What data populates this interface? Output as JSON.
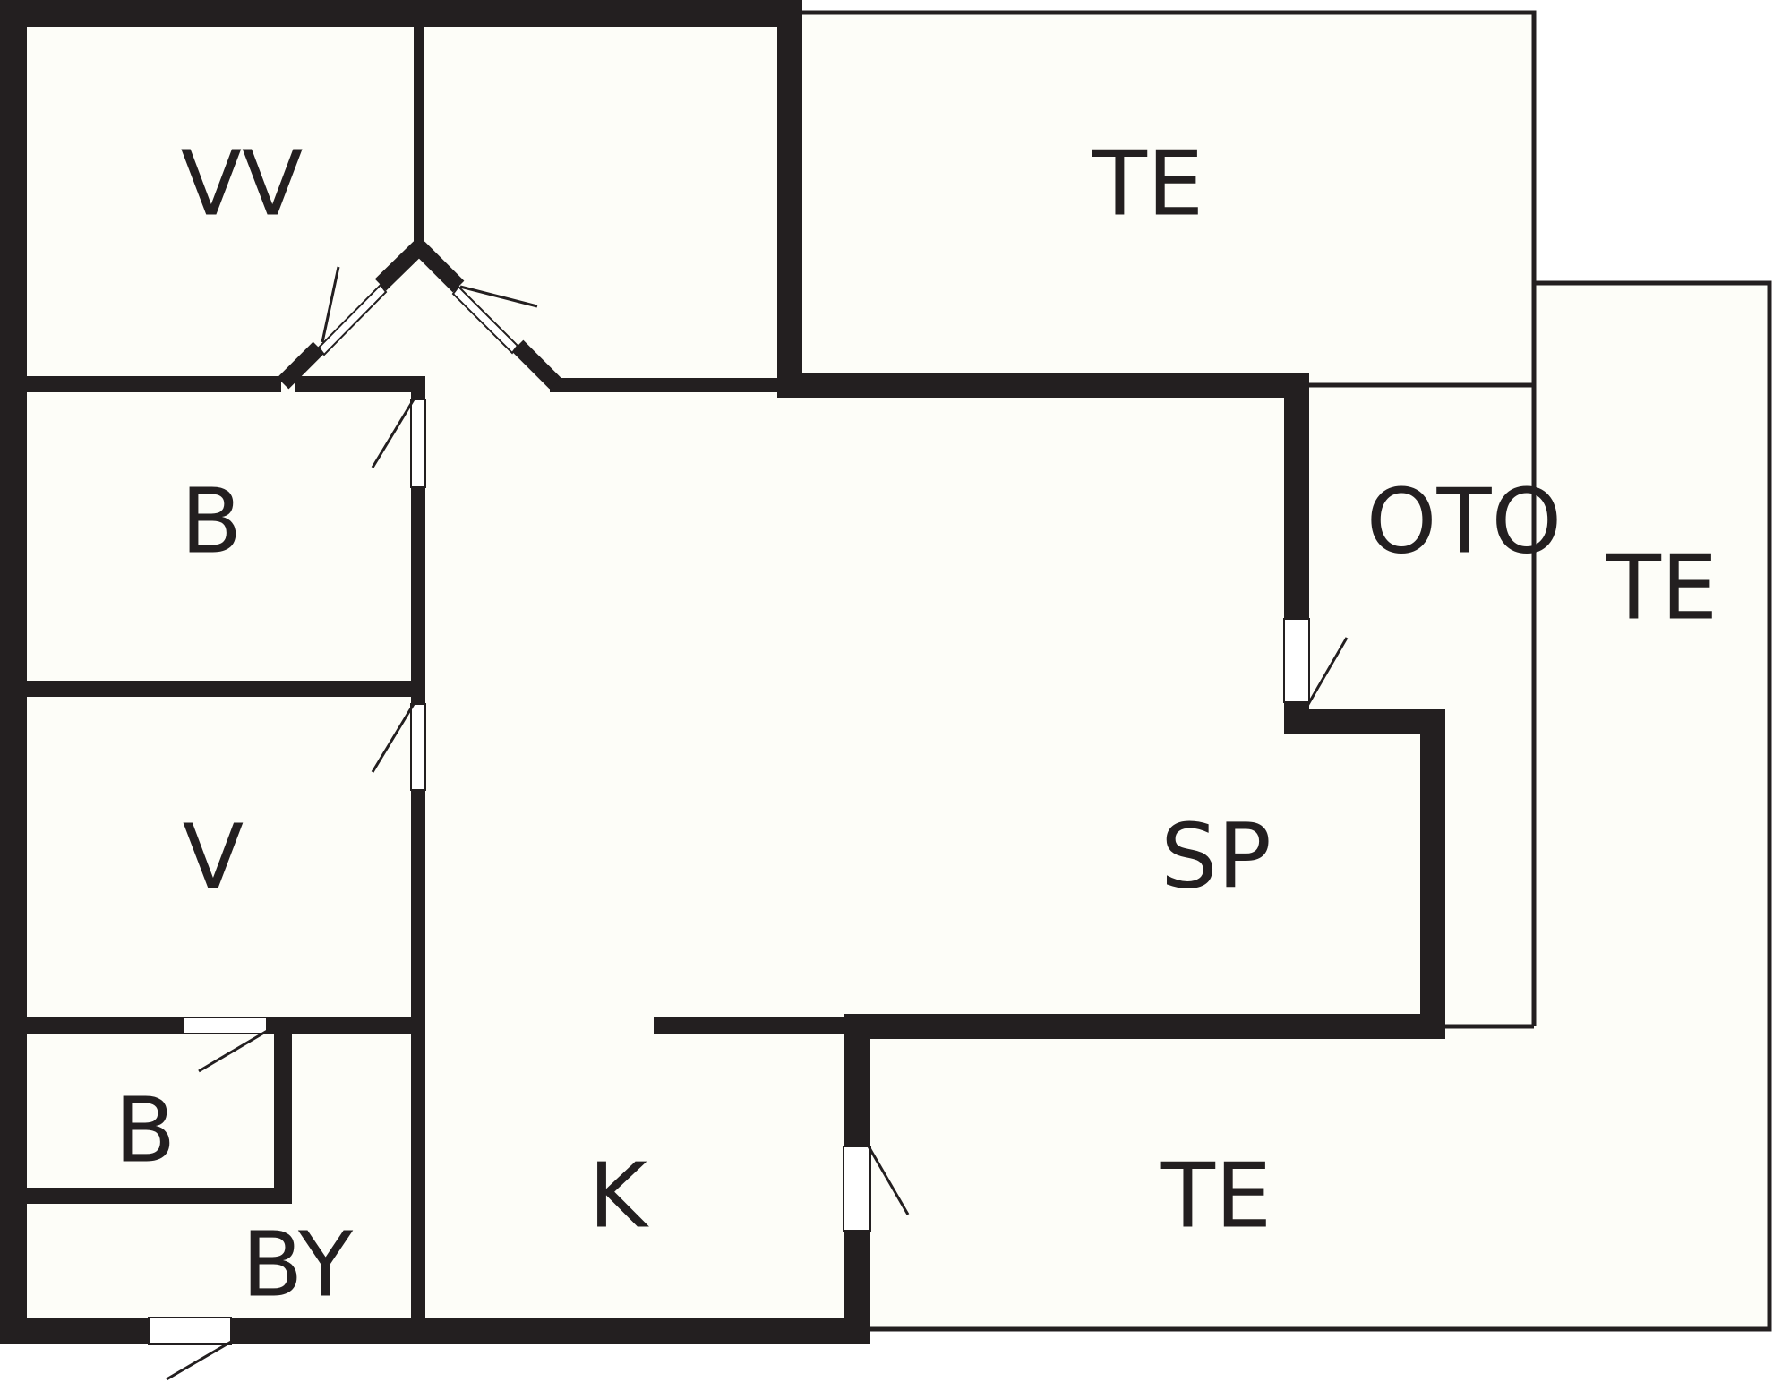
{
  "colors": {
    "wall": "#231f20",
    "floor": "#fdfdf8",
    "opening": "#ffffff",
    "background": "#ffffff"
  },
  "rooms": {
    "vv": "VV",
    "b_upper": "B",
    "v": "V",
    "b_lower": "B",
    "by": "BY",
    "k": "K",
    "sp": "SP",
    "oto": "OTO",
    "te_top": "TE",
    "te_right": "TE",
    "te_bottom": "TE"
  }
}
